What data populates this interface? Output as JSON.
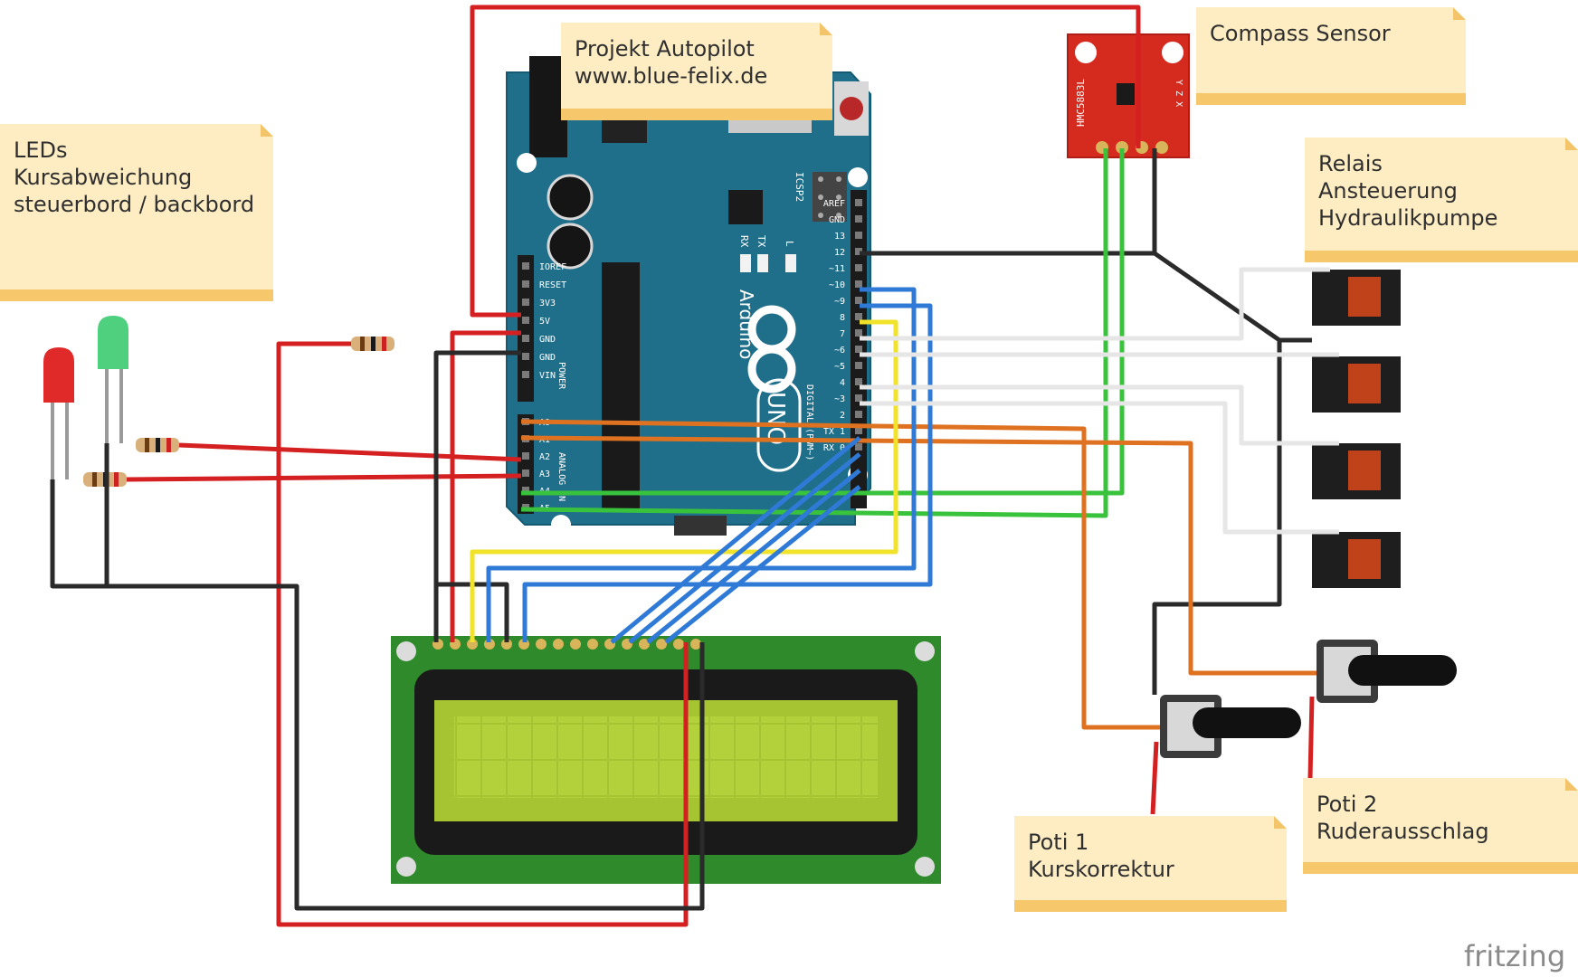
{
  "notes": {
    "project": "Projekt Autopilot\nwww.blue-felix.de",
    "compass": "Compass Sensor",
    "leds": "LEDs\nKursabweichung\nsteuerbord / backbord",
    "relais": "Relais\nAnsteuerung\nHydraulikpumpe",
    "poti1": "Poti 1\nKurskorrektur",
    "poti2": "Poti 2\nRuderausschlag"
  },
  "arduino": {
    "brand": "Arduino",
    "model": "UNO",
    "icsp": "ICSP2",
    "tx": "TX",
    "rx": "RX",
    "l": "L",
    "digital": "DIGITAL (PWM~)",
    "power_pins": [
      "IOREF",
      "RESET",
      "3V3",
      "5V",
      "GND",
      "GND",
      "VIN"
    ],
    "power_title": "POWER",
    "analog_pins": [
      "A0",
      "A1",
      "A2",
      "A3",
      "A4",
      "A5"
    ],
    "analog_title": "ANALOG IN",
    "digital_pins": [
      "AREF",
      "GND",
      "13",
      "12",
      "~11",
      "~10",
      "~9",
      "8",
      "7",
      "~6",
      "~5",
      "4",
      "~3",
      "2",
      "TX 1",
      "RX 0"
    ]
  },
  "compass_chip": {
    "label": "HMC5883L",
    "axes": "Y Z X"
  },
  "logo": "fritzing",
  "colors": {
    "red": "#d42020",
    "black": "#2a2a2a",
    "green": "#39c23c",
    "blue": "#2f7ad6",
    "yellow": "#f1e22a",
    "orange": "#de7220",
    "white": "#e6e6e6",
    "board": "#1f6f8b",
    "note": "#feedc3",
    "note_band": "#f6c86b"
  }
}
